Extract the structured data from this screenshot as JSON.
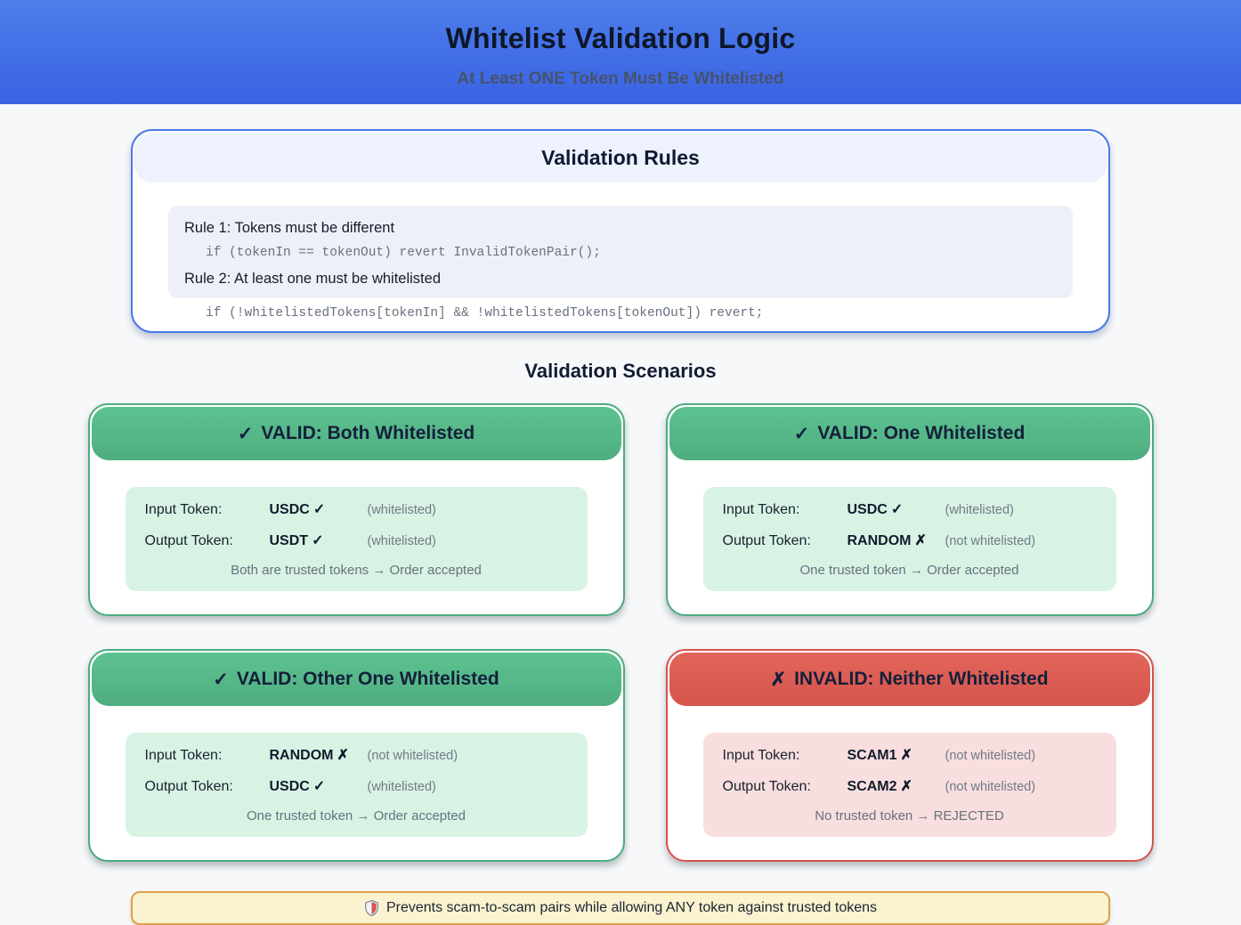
{
  "header": {
    "title": "Whitelist Validation Logic",
    "subtitle": "At Least ONE Token Must Be Whitelisted"
  },
  "rules": {
    "title": "Validation Rules",
    "rule1_label": "Rule 1: Tokens must be different",
    "rule1_code": "if (tokenIn == tokenOut) revert InvalidTokenPair();",
    "rule2_label": "Rule 2: At least one must be whitelisted",
    "rule2_code": "if (!whitelistedTokens[tokenIn] && !whitelistedTokens[tokenOut]) revert;"
  },
  "scenarios_heading": "Validation Scenarios",
  "scenarios": [
    {
      "status": "valid",
      "mark": "✓",
      "title": "VALID: Both Whitelisted",
      "rows": [
        {
          "label": "Input Token:",
          "token": "USDC",
          "mark": "✓",
          "note": "(whitelisted)"
        },
        {
          "label": "Output Token:",
          "token": "USDT",
          "mark": "✓",
          "note": "(whitelisted)"
        }
      ],
      "result": "Both are trusted tokens → Order accepted"
    },
    {
      "status": "valid",
      "mark": "✓",
      "title": "VALID: One Whitelisted",
      "rows": [
        {
          "label": "Input Token:",
          "token": "USDC",
          "mark": "✓",
          "note": "(whitelisted)"
        },
        {
          "label": "Output Token:",
          "token": "RANDOM",
          "mark": "✗",
          "note": "(not whitelisted)"
        }
      ],
      "result": "One trusted token → Order accepted"
    },
    {
      "status": "valid",
      "mark": "✓",
      "title": "VALID: Other One Whitelisted",
      "rows": [
        {
          "label": "Input Token:",
          "token": "RANDOM",
          "mark": "✗",
          "note": "(not whitelisted)"
        },
        {
          "label": "Output Token:",
          "token": "USDC",
          "mark": "✓",
          "note": "(whitelisted)"
        }
      ],
      "result": "One trusted token → Order accepted"
    },
    {
      "status": "invalid",
      "mark": "✗",
      "title": "INVALID: Neither Whitelisted",
      "rows": [
        {
          "label": "Input Token:",
          "token": "SCAM1",
          "mark": "✗",
          "note": "(not whitelisted)"
        },
        {
          "label": "Output Token:",
          "token": "SCAM2",
          "mark": "✗",
          "note": "(not whitelisted)"
        }
      ],
      "result": "No trusted token → REJECTED"
    }
  ],
  "footer": {
    "text": "Prevents scam-to-scam pairs while allowing ANY token against trusted tokens"
  },
  "colors": {
    "header_blue_top": "#4c7eea",
    "header_blue_bottom": "#3a62e3",
    "rules_border_blue": "#4b79e7",
    "valid_green": "#52b887",
    "valid_green_border": "#4cac7e",
    "valid_box_green": "#d8f3e4",
    "invalid_red": "#dc5b52",
    "invalid_red_border": "#d6534b",
    "invalid_box_pink": "#f8dede",
    "banner_yellow_bg": "#fbf3cf",
    "banner_orange_border": "#dfa04a"
  }
}
